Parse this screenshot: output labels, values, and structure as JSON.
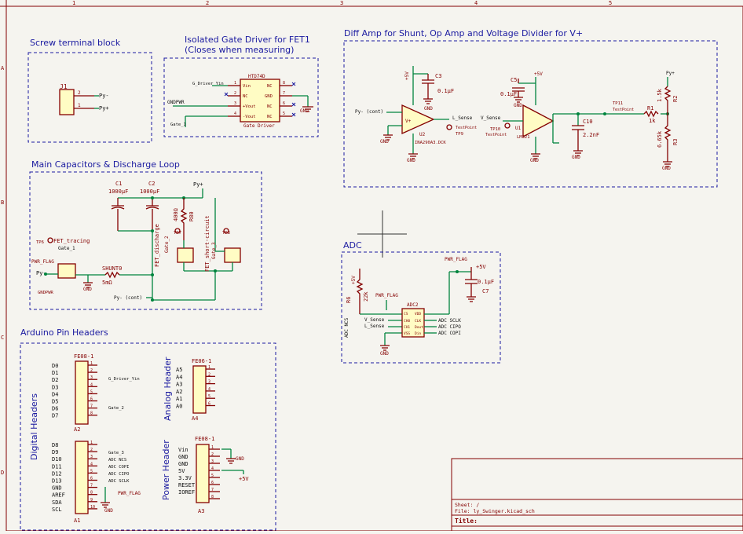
{
  "frame": {
    "col_marks": [
      "1",
      "2",
      "3",
      "4",
      "5"
    ],
    "row_marks": [
      "A",
      "B",
      "C",
      "D"
    ]
  },
  "titles": {
    "screw": "Screw terminal block",
    "gate_driver_l1": "Isolated Gate Driver for FET1",
    "gate_driver_l2": "(Closes when measuring)",
    "diffamp": "Diff Amp for Shunt, Op Amp and Voltage Divider for V+",
    "caps": "Main Capacitors & Discharge Loop",
    "adc": "ADC",
    "arduino": "Arduino Pin Headers",
    "digital": "Digital Headers",
    "analog": "Analog Header",
    "power": "Power Header"
  },
  "screw": {
    "ref": "J1",
    "pin2": "2",
    "pin1": "1",
    "net2": "Py-",
    "net1": "Py+"
  },
  "gate_driver": {
    "part": "HTD74D",
    "name": "Gate Driver",
    "in_label": "G_Driver_Yin",
    "gnd_pwr": "GNDPWR",
    "gate": "Gate_1",
    "gnd": "GND",
    "pins_left": [
      "Vin",
      "NC",
      "+Vout",
      "-Vout"
    ],
    "pins_right": [
      "NC",
      "GND",
      "NC",
      "NC"
    ],
    "nums_left": [
      "1",
      "2",
      "3",
      "4"
    ],
    "nums_right": [
      "8",
      "7",
      "6",
      "5"
    ]
  },
  "diffamp": {
    "plus5_a": "+5V",
    "c3": "C3",
    "c3v": "0.1µF",
    "gnd1": "GND",
    "py_minus": "Py- (cont)",
    "u2": "U2",
    "u2_part": "INA290A3.DCK",
    "u2_sym": "V+",
    "l_sense": "L_Sense",
    "tp9": "TP9",
    "tp_label": "TestPoint",
    "plus5_b": "+5V",
    "c5": "C5",
    "c5v": "0.1µF",
    "v_sense": "V_Sense",
    "tp10": "TP10",
    "u1": "U1",
    "u1_part": "LM321",
    "c10": "C10",
    "c10v": "2.2nF",
    "tp11": "TP11",
    "r1": "R1",
    "r1v": "1k",
    "r2": "R2",
    "r2v": "1.5k",
    "r3": "R3",
    "r3v": "6.65k",
    "pyplus": "Py+",
    "gnd": "GND"
  },
  "caps": {
    "c1": "C1",
    "c1v": "1000µF",
    "c2": "C2",
    "c2v": "1000µF",
    "pyplus": "Py+",
    "r_dis": "400Ω",
    "r_ref": "R80",
    "fet_discharge": "FET_discharge",
    "fet_short": "FET_short-circuit",
    "gate2": "Gate_2",
    "gate3": "Gate_3",
    "tp6": "TP6",
    "tp7": "TP7",
    "tp8": "TP8",
    "fet_tracing": "FET_tracing",
    "gate1": "Gate_1",
    "pwr_flag": "PWR_FLAG",
    "py_minus": "Py-",
    "gndpwr": "GNDPWR",
    "shunt": "SHUNT0",
    "shunt_v": "5mΩ",
    "gnd": "GND",
    "py_cont": "Py- (cont)"
  },
  "adc": {
    "plus5": "+5V",
    "pwr_flag1": "PWR_FLAG",
    "pwr_flag2": "PWR_FLAG",
    "plus5b": "+5V",
    "r6": "R6",
    "r6v": "22k",
    "c7": "C7",
    "c7v": "0.1µF",
    "adc_ncs_v": "ADC NCS",
    "v_sense": "V_Sense",
    "l_sense": "L_Sense",
    "ref": "ADC2",
    "pins_left": [
      "CS",
      "CH0",
      "CH1",
      "VSS"
    ],
    "pins_right": [
      "VDD",
      "CLK",
      "Dout",
      "Din"
    ],
    "outs": [
      "ADC SCLK",
      "ADC CIPO",
      "ADC COPI"
    ],
    "gnd": "GND"
  },
  "arduino": {
    "digital_top": {
      "ref": "FE08-1",
      "name": "A2",
      "pins": [
        "D0",
        "D1",
        "D2",
        "D3",
        "D4",
        "D5",
        "D6",
        "D7"
      ],
      "n": [
        "1",
        "2",
        "3",
        "4",
        "5",
        "6",
        "7",
        "8"
      ],
      "n2": "G_Driver_Yin",
      "n7": "Gate_2"
    },
    "digital_bottom": {
      "ref": "A1",
      "pins": [
        "D8",
        "D9",
        "D10",
        "D11",
        "D12",
        "D13",
        "GND",
        "AREF",
        "SDA",
        "SCL"
      ],
      "n": [
        "1",
        "2",
        "3",
        "4",
        "5",
        "6",
        "7",
        "8",
        "9",
        "10"
      ],
      "nets": [
        "Gate_3",
        "ADC NCS",
        "ADC COPI",
        "ADC CIPO",
        "ADC SCLK"
      ],
      "flag": "PWR_FLAG",
      "gnd": "GND"
    },
    "analog": {
      "ref": "FE06-1",
      "name": "A4",
      "pins": [
        "A5",
        "A4",
        "A3",
        "A2",
        "A1",
        "A0"
      ],
      "n": [
        "1",
        "2",
        "3",
        "4",
        "5",
        "6"
      ]
    },
    "power": {
      "ref": "FE08-1",
      "name": "A3",
      "pins": [
        "Vin",
        "GND",
        "GND",
        "5V",
        "3.3V",
        "RESET",
        "IOREF"
      ],
      "n": [
        "1",
        "2",
        "3",
        "4",
        "5",
        "6",
        "7",
        "8"
      ],
      "gnd": "GND",
      "plus5": "+5V"
    }
  },
  "titleblock": {
    "sheet": "Sheet: /",
    "file": "File: ly_Swinger.kicad_sch",
    "title": "Title:"
  }
}
